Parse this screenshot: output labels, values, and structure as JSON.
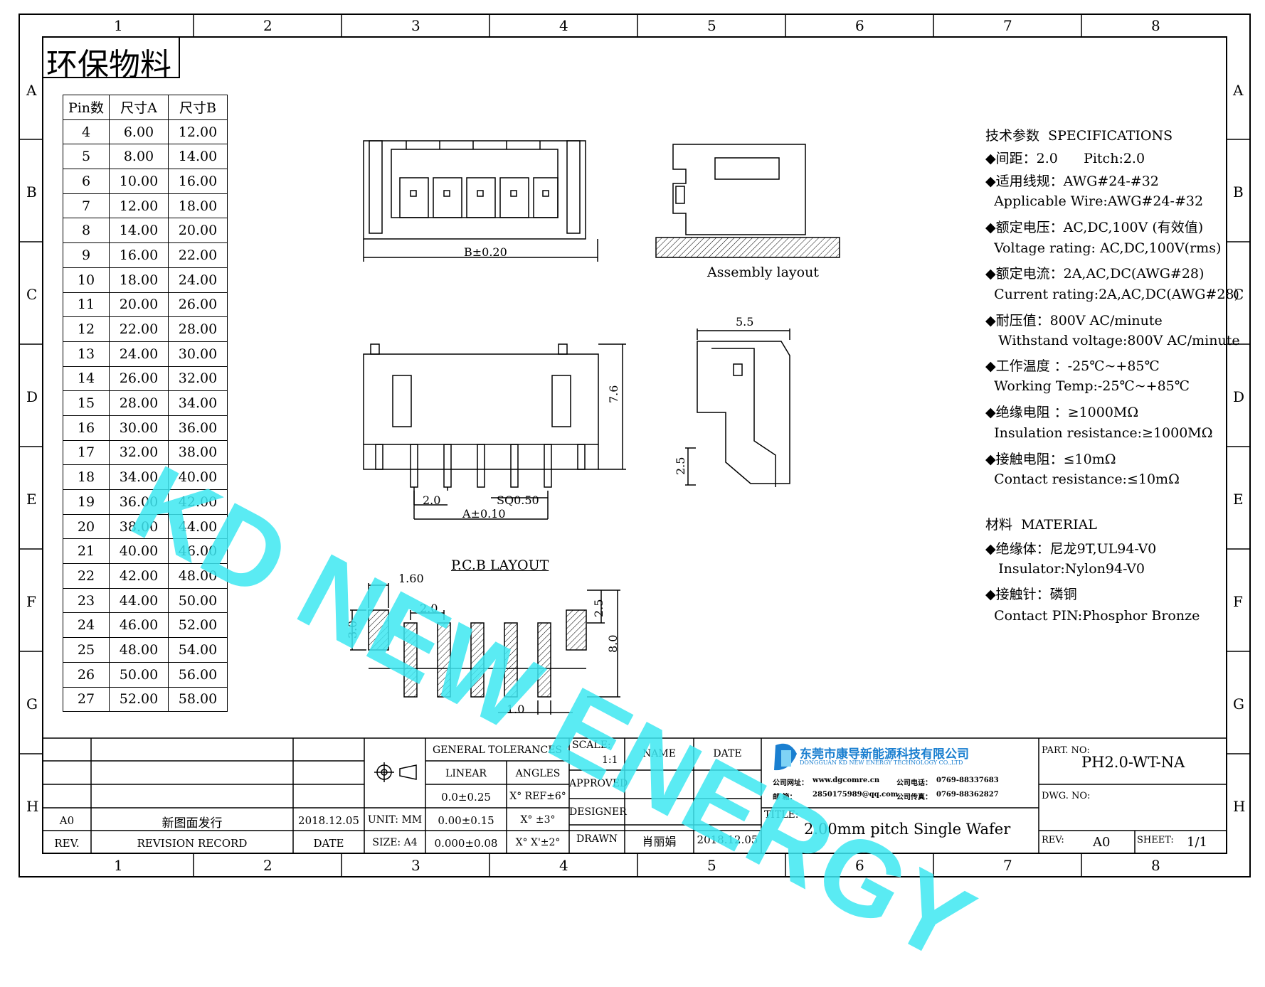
{
  "frame": {
    "columns": [
      "1",
      "2",
      "3",
      "4",
      "5",
      "6",
      "7",
      "8"
    ],
    "rows": [
      "A",
      "B",
      "C",
      "D",
      "E",
      "F",
      "G",
      "H"
    ]
  },
  "stamp": "环保物料",
  "pin_table": {
    "headers": [
      "Pin数",
      "尺寸A",
      "尺寸B"
    ],
    "rows": [
      [
        "4",
        "6.00",
        "12.00"
      ],
      [
        "5",
        "8.00",
        "14.00"
      ],
      [
        "6",
        "10.00",
        "16.00"
      ],
      [
        "7",
        "12.00",
        "18.00"
      ],
      [
        "8",
        "14.00",
        "20.00"
      ],
      [
        "9",
        "16.00",
        "22.00"
      ],
      [
        "10",
        "18.00",
        "24.00"
      ],
      [
        "11",
        "20.00",
        "26.00"
      ],
      [
        "12",
        "22.00",
        "28.00"
      ],
      [
        "13",
        "24.00",
        "30.00"
      ],
      [
        "14",
        "26.00",
        "32.00"
      ],
      [
        "15",
        "28.00",
        "34.00"
      ],
      [
        "16",
        "30.00",
        "36.00"
      ],
      [
        "17",
        "32.00",
        "38.00"
      ],
      [
        "18",
        "34.00",
        "40.00"
      ],
      [
        "19",
        "36.00",
        "42.00"
      ],
      [
        "20",
        "38.00",
        "44.00"
      ],
      [
        "21",
        "40.00",
        "46.00"
      ],
      [
        "22",
        "42.00",
        "48.00"
      ],
      [
        "23",
        "44.00",
        "50.00"
      ],
      [
        "24",
        "46.00",
        "52.00"
      ],
      [
        "25",
        "48.00",
        "54.00"
      ],
      [
        "26",
        "50.00",
        "56.00"
      ],
      [
        "27",
        "52.00",
        "58.00"
      ]
    ]
  },
  "drawing": {
    "dim_b": "B±0.20",
    "assembly_label": "Assembly layout",
    "dim_55": "5.5",
    "dim_76": "7.6",
    "dim_25": "2.5",
    "dim_20": "2.0",
    "dim_sq": "SQ0.50",
    "dim_a": "A±0.10",
    "pcb_title": "P.C.B LAYOUT",
    "pcb_160": "1.60",
    "pcb_20": "2.0",
    "pcb_30": "3.0",
    "pcb_25": "2.5",
    "pcb_80": "8.0",
    "pcb_10": "1.0"
  },
  "watermark": "KD NEW ENERGY",
  "specs": [
    "技术参数  SPECIFICATIONS",
    "◆间距：2.0      Pitch:2.0",
    "◆适用线规：AWG#24-#32",
    "  Applicable Wire:AWG#24-#32",
    "◆额定电压：AC,DC,100V (有效值)",
    "  Voltage rating: AC,DC,100V(rms)",
    "◆额定电流：2A,AC,DC(AWG#28)",
    "  Current rating:2A,AC,DC(AWG#28)",
    "◆耐压值：800V AC/minute",
    "   Withstand voltage:800V AC/minute",
    "◆工作温度 ：-25℃~+85℃",
    "  Working Temp:-25℃~+85℃",
    "◆绝缘电阻 ：≥1000MΩ",
    "  Insulation resistance:≥1000MΩ",
    "◆接触电阻：≤10mΩ",
    "  Contact resistance:≤10mΩ",
    "材料  MATERIAL",
    "◆绝缘体：尼龙9T,UL94-V0",
    "   Insulator:Nylon94-V0",
    "◆接触针：磷铜",
    "  Contact PIN:Phosphor Bronze"
  ],
  "title_block": {
    "rev_a0": "A0",
    "revision_text": "新图面发行",
    "revision_date": "2018.12.05",
    "rev_label": "REV.",
    "revision_record": "REVISION RECORD",
    "date_label": "DATE",
    "general_tolerances": "GENERAL TOLERANCES",
    "linear": "LINEAR",
    "angles": "ANGLES",
    "tol1": "0.0±0.25",
    "tol2": "0.00±0.15",
    "tol3": "0.000±0.08",
    "ang1": "X° REF±6°",
    "ang2": "X° ±3°",
    "ang3": "X° X'±2°",
    "unit": "UNIT: MM",
    "size": "SIZE: A4",
    "scale_label": "SCALE:",
    "scale_value": "1:1",
    "approved": "APPROVED",
    "designer": "DESIGNER",
    "drawn": "DRAWN",
    "name_label": "NAME",
    "date_label2": "DATE",
    "drawn_name": "肖丽娟",
    "drawn_date": "2018.12.05",
    "company_cn": "东莞市康导新能源科技有限公司",
    "company_en": "DONGGUAN KD NEW ENERGY TECHNOLOGY CO.,LTD",
    "web_label": "公司网址：",
    "web": "www.dgcomre.cn",
    "tel_label": "公司电话：",
    "tel": "0769-88337683",
    "mail_label": "邮   箱：",
    "mail": "2850175989@qq.com",
    "fax_label": "公司传真：",
    "fax": "0769-88362827",
    "title_label": "TITLE:",
    "title": "2.00mm pitch Single Wafer",
    "part_no_label": "PART. NO:",
    "part_no": "PH2.0-WT-NA",
    "dwg_no_label": "DWG. NO:",
    "rev_label2": "REV:",
    "rev_value": "A0",
    "sheet_label": "SHEET:",
    "sheet_value": "1/1"
  },
  "colors": {
    "watermark": "#3ee8f2",
    "line": "#000000",
    "logo": "#1a7fd0"
  }
}
